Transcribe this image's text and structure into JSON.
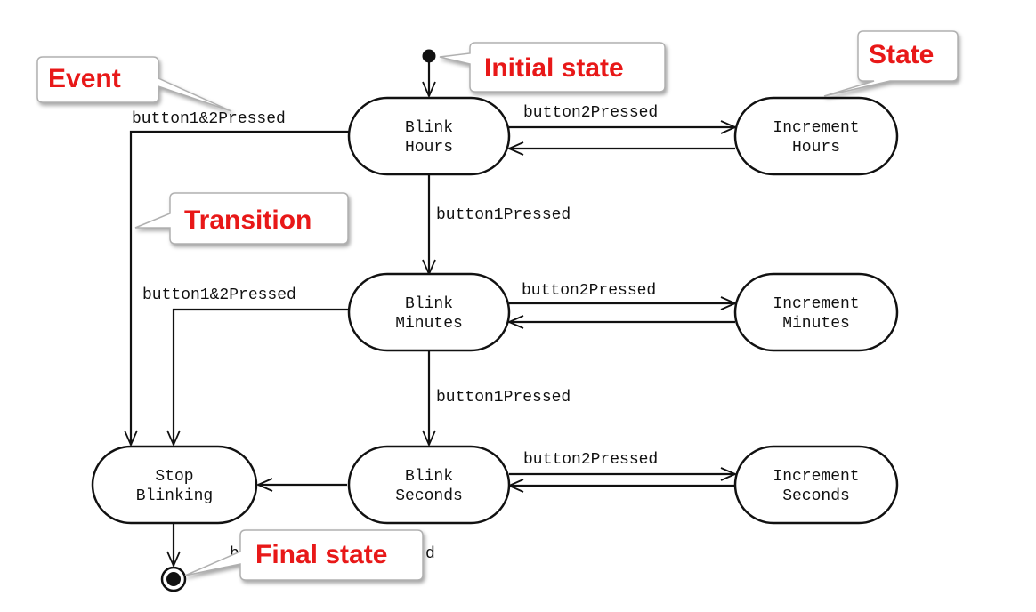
{
  "colors": {
    "line": "#111111",
    "callout_text": "#e81818",
    "callout_border": "#b0b0b0"
  },
  "states": {
    "blink_hours": [
      "Blink",
      "Hours"
    ],
    "increment_hours": [
      "Increment",
      "Hours"
    ],
    "blink_minutes": [
      "Blink",
      "Minutes"
    ],
    "increment_minutes": [
      "Increment",
      "Minutes"
    ],
    "blink_seconds": [
      "Blink",
      "Seconds"
    ],
    "increment_seconds": [
      "Increment",
      "Seconds"
    ],
    "stop_blinking": [
      "Stop",
      "Blinking"
    ]
  },
  "events": {
    "hours_to_increment": "button2Pressed",
    "hours_to_stop": "button1&2Pressed",
    "hours_to_minutes": "button1Pressed",
    "minutes_to_increment": "button2Pressed",
    "minutes_to_stop": "button1&2Pressed",
    "minutes_to_seconds": "button1Pressed",
    "seconds_to_increment": "button2Pressed",
    "partial_hidden": "b",
    "partial_hidden_tail": "d"
  },
  "callouts": {
    "event": "Event",
    "initial_state": "Initial state",
    "state": "State",
    "transition": "Transition",
    "final_state": "Final state"
  }
}
